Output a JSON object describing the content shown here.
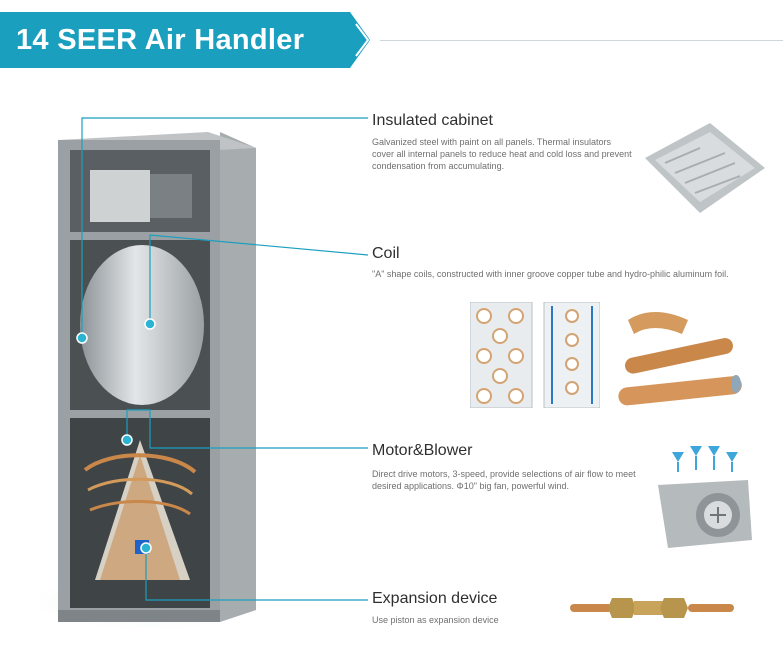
{
  "header": {
    "title": "14 SEER Air Handler"
  },
  "features": [
    {
      "title": "Insulated cabinet",
      "description": "Galvanized steel with paint on all panels. Thermal insulators cover all internal panels to reduce heat and cold loss and prevent condensation from accumulating."
    },
    {
      "title": "Coil",
      "description": "\"A\" shape coils, constructed with inner groove copper tube and hydro-philic aluminum foil."
    },
    {
      "title": "Motor&Blower",
      "description": "Direct drive motors, 3-speed, provide selections of air flow to meet desired applications. Φ10\" big fan, powerful wind."
    },
    {
      "title": "Expansion device",
      "description": "Use piston as expansion device"
    }
  ],
  "colors": {
    "accent": "#1b9fbf",
    "cabinet": "#8d9295",
    "copper": "#c9874a"
  }
}
